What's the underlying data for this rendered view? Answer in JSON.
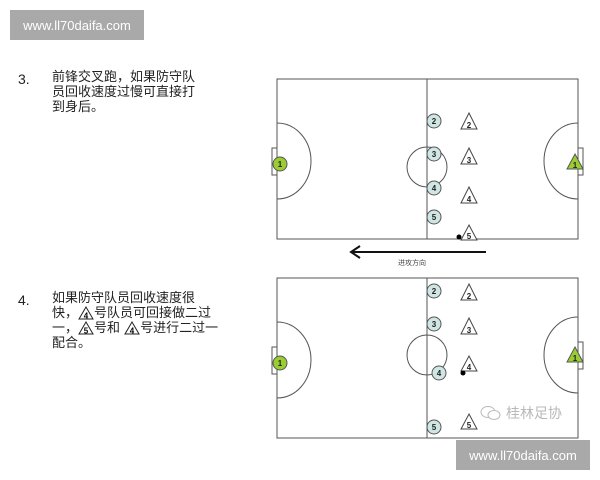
{
  "watermarks": {
    "top": "www.ll70daifa.com",
    "bottom": "www.ll70daifa.com"
  },
  "steps": [
    {
      "number": "3.",
      "lines": [
        "前锋交叉跑，如果防守队",
        "员回收速度过慢可直接打",
        "到身后。"
      ]
    },
    {
      "number": "4.",
      "line1": "如果防守队员回收速度很",
      "line2_prefix": "快，",
      "line2_tri": "4",
      "line2_suffix": "号队员可回接做二过",
      "line3_prefix": "一，",
      "line3_tri": "5",
      "line3_mid": "号和",
      "line3_tri2": "4",
      "line3_suffix": "号进行二过一",
      "line4": "配合。"
    }
  ],
  "arrow": {
    "label": "进攻方向",
    "direction": "left"
  },
  "wechat_watermark": "桂林足协",
  "colors": {
    "defender_fill": "#cfe6e4",
    "goalkeeper_fill": "#9acd32",
    "line": "#555555"
  },
  "diagrams": [
    {
      "id": "diagram-3",
      "defenders": [
        {
          "label": "2"
        },
        {
          "label": "3"
        },
        {
          "label": "4"
        },
        {
          "label": "5"
        }
      ],
      "attackers": [
        {
          "label": "2"
        },
        {
          "label": "3"
        },
        {
          "label": "4"
        },
        {
          "label": "5"
        }
      ],
      "goalkeeper_left": "1",
      "goalkeeper_right": "1"
    },
    {
      "id": "diagram-4",
      "defenders": [
        {
          "label": "2"
        },
        {
          "label": "3"
        },
        {
          "label": "4"
        },
        {
          "label": "5"
        }
      ],
      "attackers": [
        {
          "label": "2"
        },
        {
          "label": "3"
        },
        {
          "label": "4"
        },
        {
          "label": "5"
        }
      ],
      "goalkeeper_left": "1",
      "goalkeeper_right": "1"
    }
  ]
}
